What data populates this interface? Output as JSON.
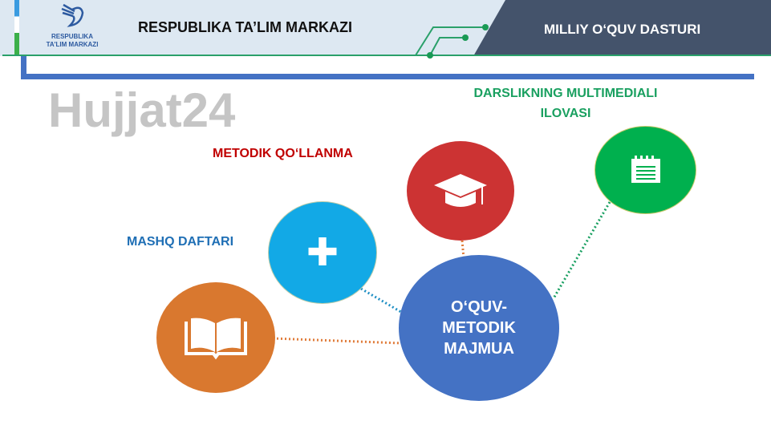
{
  "header": {
    "logo_text_1": "RESPUBLIKA",
    "logo_text_2": "TA'LIM MARKAZI",
    "title": "RESPUBLIKA TA’LIM MARKAZI",
    "program": "MILLIY O‘QUV DASTURI"
  },
  "diagram": {
    "center": "O‘QUV-METODIK MAJMUA",
    "nodes": [
      {
        "label": "MASHQ DAFTARI",
        "icon": "puzzle-icon",
        "color": "#00b0f0"
      },
      {
        "label": "METODIK QO‘LLANMA",
        "icon": "graduation-cap-icon",
        "color": "#d13438"
      },
      {
        "label": "DARSLIKNING MULTIMEDIALI ILOVASI",
        "icon": "notepad-icon",
        "color": "#00b050"
      },
      {
        "label": "",
        "icon": "book-icon",
        "color": "#e07b39"
      }
    ]
  },
  "watermark": "Hujjat24"
}
